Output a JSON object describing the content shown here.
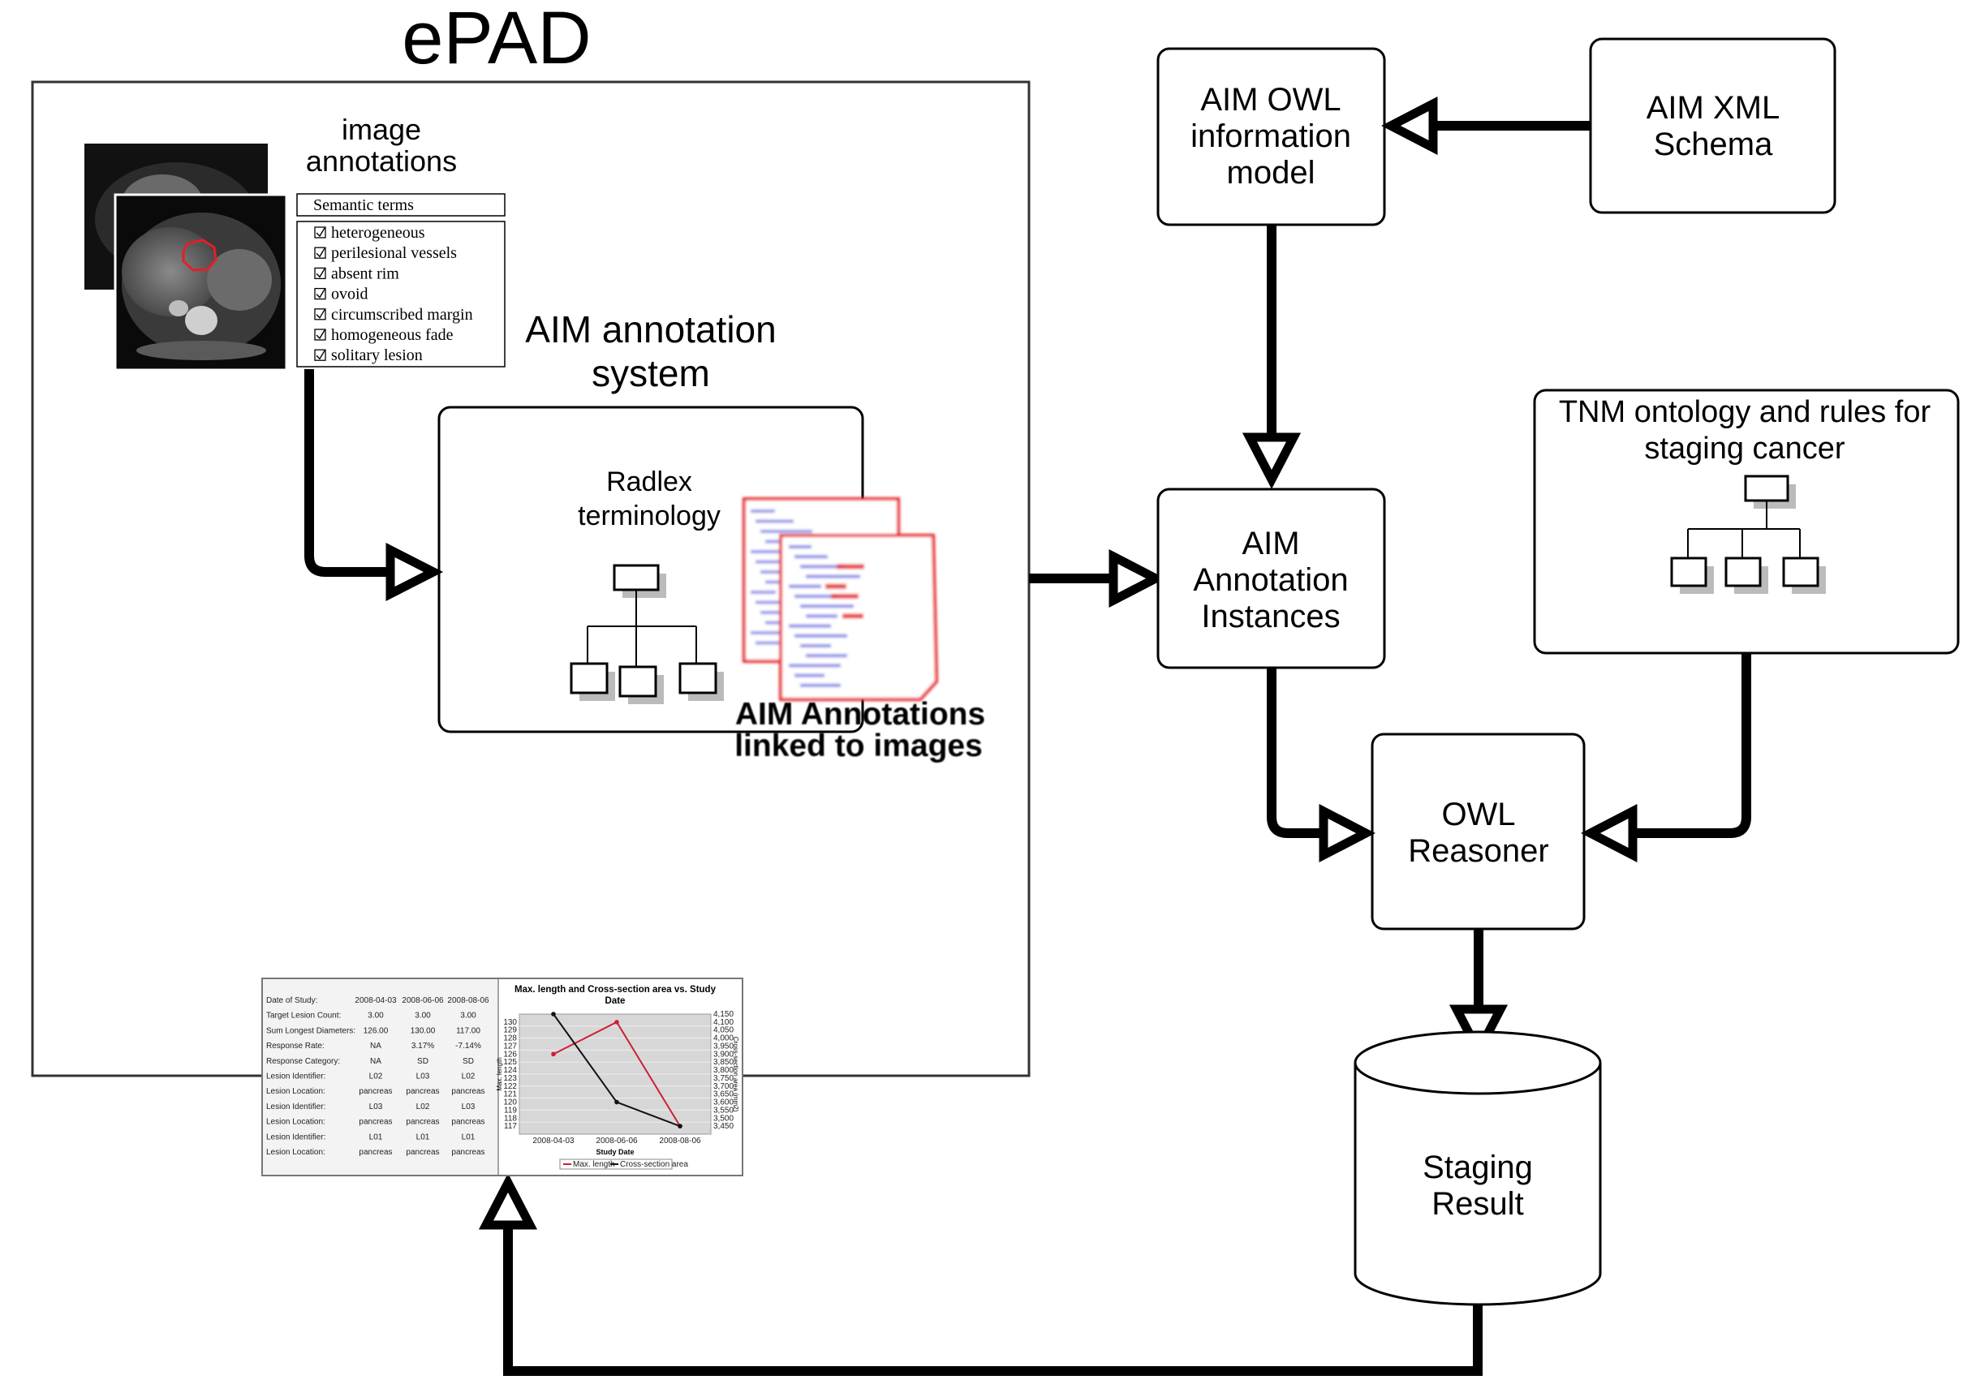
{
  "title": "ePAD",
  "image_annotations": {
    "heading_line1": "image",
    "heading_line2": "annotations",
    "header": "Semantic terms",
    "terms": [
      "heterogeneous",
      "perilesional vessels",
      "absent rim",
      "ovoid",
      "circumscribed margin",
      "homogeneous fade",
      "solitary lesion"
    ]
  },
  "aim_system": {
    "line1": "AIM annotation",
    "line2": "system"
  },
  "radlex": {
    "line1": "Radlex",
    "line2": "terminology"
  },
  "aim_annotations": {
    "line1": "AIM Annotations",
    "line2": "linked to images"
  },
  "boxes": {
    "owl_model": [
      "AIM OWL",
      "information",
      "model"
    ],
    "xml_schema": [
      "AIM XML",
      "Schema"
    ],
    "instances": [
      "AIM",
      "Annotation",
      "Instances"
    ],
    "tnm": [
      "TNM ontology and rules for",
      "staging cancer"
    ],
    "reasoner": [
      "OWL",
      "Reasoner"
    ],
    "staging": [
      "Staging",
      "Result"
    ]
  },
  "report": {
    "table": {
      "columns": [
        "Date of Study:",
        "2008-04-03",
        "2008-06-06",
        "2008-08-06"
      ],
      "rows": [
        [
          "Target Lesion Count:",
          "3.00",
          "3.00",
          "3.00"
        ],
        [
          "Sum Longest Diameters:",
          "126.00",
          "130.00",
          "117.00"
        ],
        [
          "Response Rate:",
          "NA",
          "3.17%",
          "-7.14%"
        ],
        [
          "Response Category:",
          "NA",
          "SD",
          "SD"
        ],
        [
          "Lesion Identifier:",
          "L02",
          "L03",
          "L02"
        ],
        [
          "Lesion Location:",
          "pancreas",
          "pancreas",
          "pancreas"
        ],
        [
          "Lesion Identifier:",
          "L03",
          "L02",
          "L03"
        ],
        [
          "Lesion Location:",
          "pancreas",
          "pancreas",
          "pancreas"
        ],
        [
          "Lesion Identifier:",
          "L01",
          "L01",
          "L01"
        ],
        [
          "Lesion Location:",
          "pancreas",
          "pancreas",
          "pancreas"
        ]
      ]
    }
  },
  "chart_data": {
    "type": "line",
    "title": "Max. length and Cross-section area vs. Study Date",
    "xlabel": "Study Date",
    "ylabel": "Max. length",
    "ylabel_right": "Cross-section area (mm2)",
    "categories": [
      "2008-04-03",
      "2008-06-06",
      "2008-08-06"
    ],
    "ylim": [
      116,
      131
    ],
    "ylim_right": [
      3400,
      4150
    ],
    "yticks": [
      130,
      129,
      128,
      127,
      126,
      125,
      124,
      123,
      122,
      121,
      120,
      119,
      118,
      117
    ],
    "yticks_right": [
      "4,150",
      "4,100",
      "4,050",
      "4,000",
      "3,950",
      "3,900",
      "3,850",
      "3,800",
      "3,750",
      "3,700",
      "3,650",
      "3,600",
      "3,550",
      "3,500",
      "3,450"
    ],
    "series": [
      {
        "name": "Max. length",
        "axis": "left",
        "values": [
          126,
          130,
          117
        ],
        "color": "#cc1f36"
      },
      {
        "name": "Cross-section area",
        "axis": "right",
        "values": [
          4150,
          3600,
          3450
        ],
        "color": "#111111"
      }
    ]
  },
  "colors": {
    "line": "#000000",
    "lesion_outline": "#e0202a",
    "series_red": "#cc1f36",
    "xml_tag_blue": "#3a3fd8",
    "xml_highlight_red": "#e8222a"
  }
}
